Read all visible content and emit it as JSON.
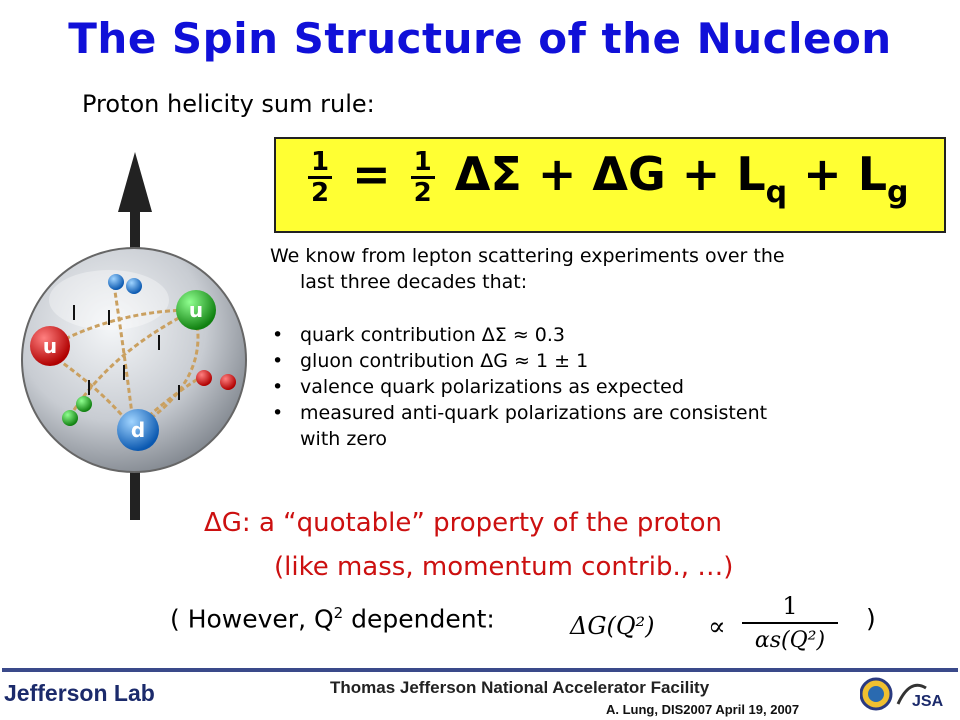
{
  "title": "The Spin Structure of the Nucleon",
  "subtitle": "Proton helicity sum rule:",
  "equation": {
    "frac_num": "1",
    "frac_den": "2",
    "rhs_delta_sigma": "ΔΣ",
    "plus_delta_g": "+ ΔG + L",
    "sub_q": "q",
    "plus_l": "+ L",
    "sub_g": "g"
  },
  "intro": {
    "line1": "We know from lepton scattering experiments over the",
    "line2": "last three decades that:"
  },
  "bullets": [
    {
      "text": "quark contribution ΔΣ  ≈ 0.3"
    },
    {
      "text": "gluon contribution  ΔG  ≈  1 ± 1"
    },
    {
      "text": "valence quark polarizations as expected"
    },
    {
      "text": "measured anti-quark polarizations are consistent",
      "cont": "with zero"
    }
  ],
  "quotable": {
    "line1": "ΔG:  a “quotable” property of the proton",
    "line2": "(like mass, momentum contrib., …)"
  },
  "however": {
    "prefix": "( However, Q",
    "sup": "2",
    "suffix": " dependent:",
    "lhs": "ΔG(Q²)",
    "prop": "∝",
    "num": "1",
    "den": "αs(Q²)",
    "close": ")"
  },
  "footer": {
    "lab": "Jefferson Lab",
    "facility": "Thomas Jefferson National Accelerator Facility",
    "credit": "A. Lung, DIS2007 April 19, 2007",
    "jsa": "JSA"
  },
  "nucleon_labels": {
    "u": "u",
    "d": "d"
  },
  "colors": {
    "title": "#1010d8",
    "highlight": "#ffff33",
    "accent_red": "#cc1010",
    "quark_red": "#d81818",
    "quark_green": "#18b018",
    "quark_blue": "#1a7fd8"
  }
}
